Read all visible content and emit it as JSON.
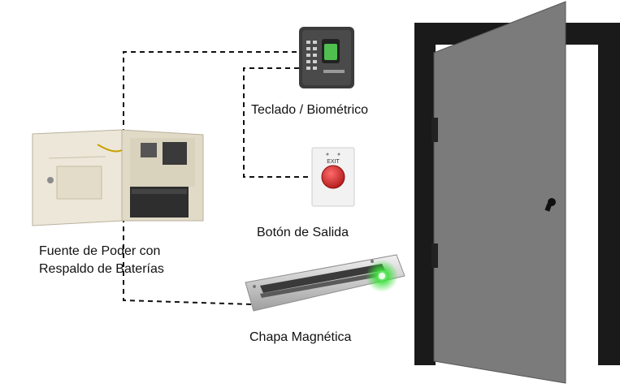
{
  "labels": {
    "keypad": "Teclado / Biométrico",
    "exit_button": "Botón de Salida",
    "power_supply_line1": "Fuente de Poder con",
    "power_supply_line2": "Respaldo de Baterías",
    "maglock": "Chapa Magnética"
  },
  "device_text": {
    "exit_button_face": "EXIT"
  },
  "colors": {
    "door_frame": "#1a1a1a",
    "door_panel": "#7b7b7b",
    "connection_line": "#111111",
    "exit_button_red": "#d42a2a",
    "maglock_led": "#3be03b",
    "power_box": "#e9e3d3"
  }
}
